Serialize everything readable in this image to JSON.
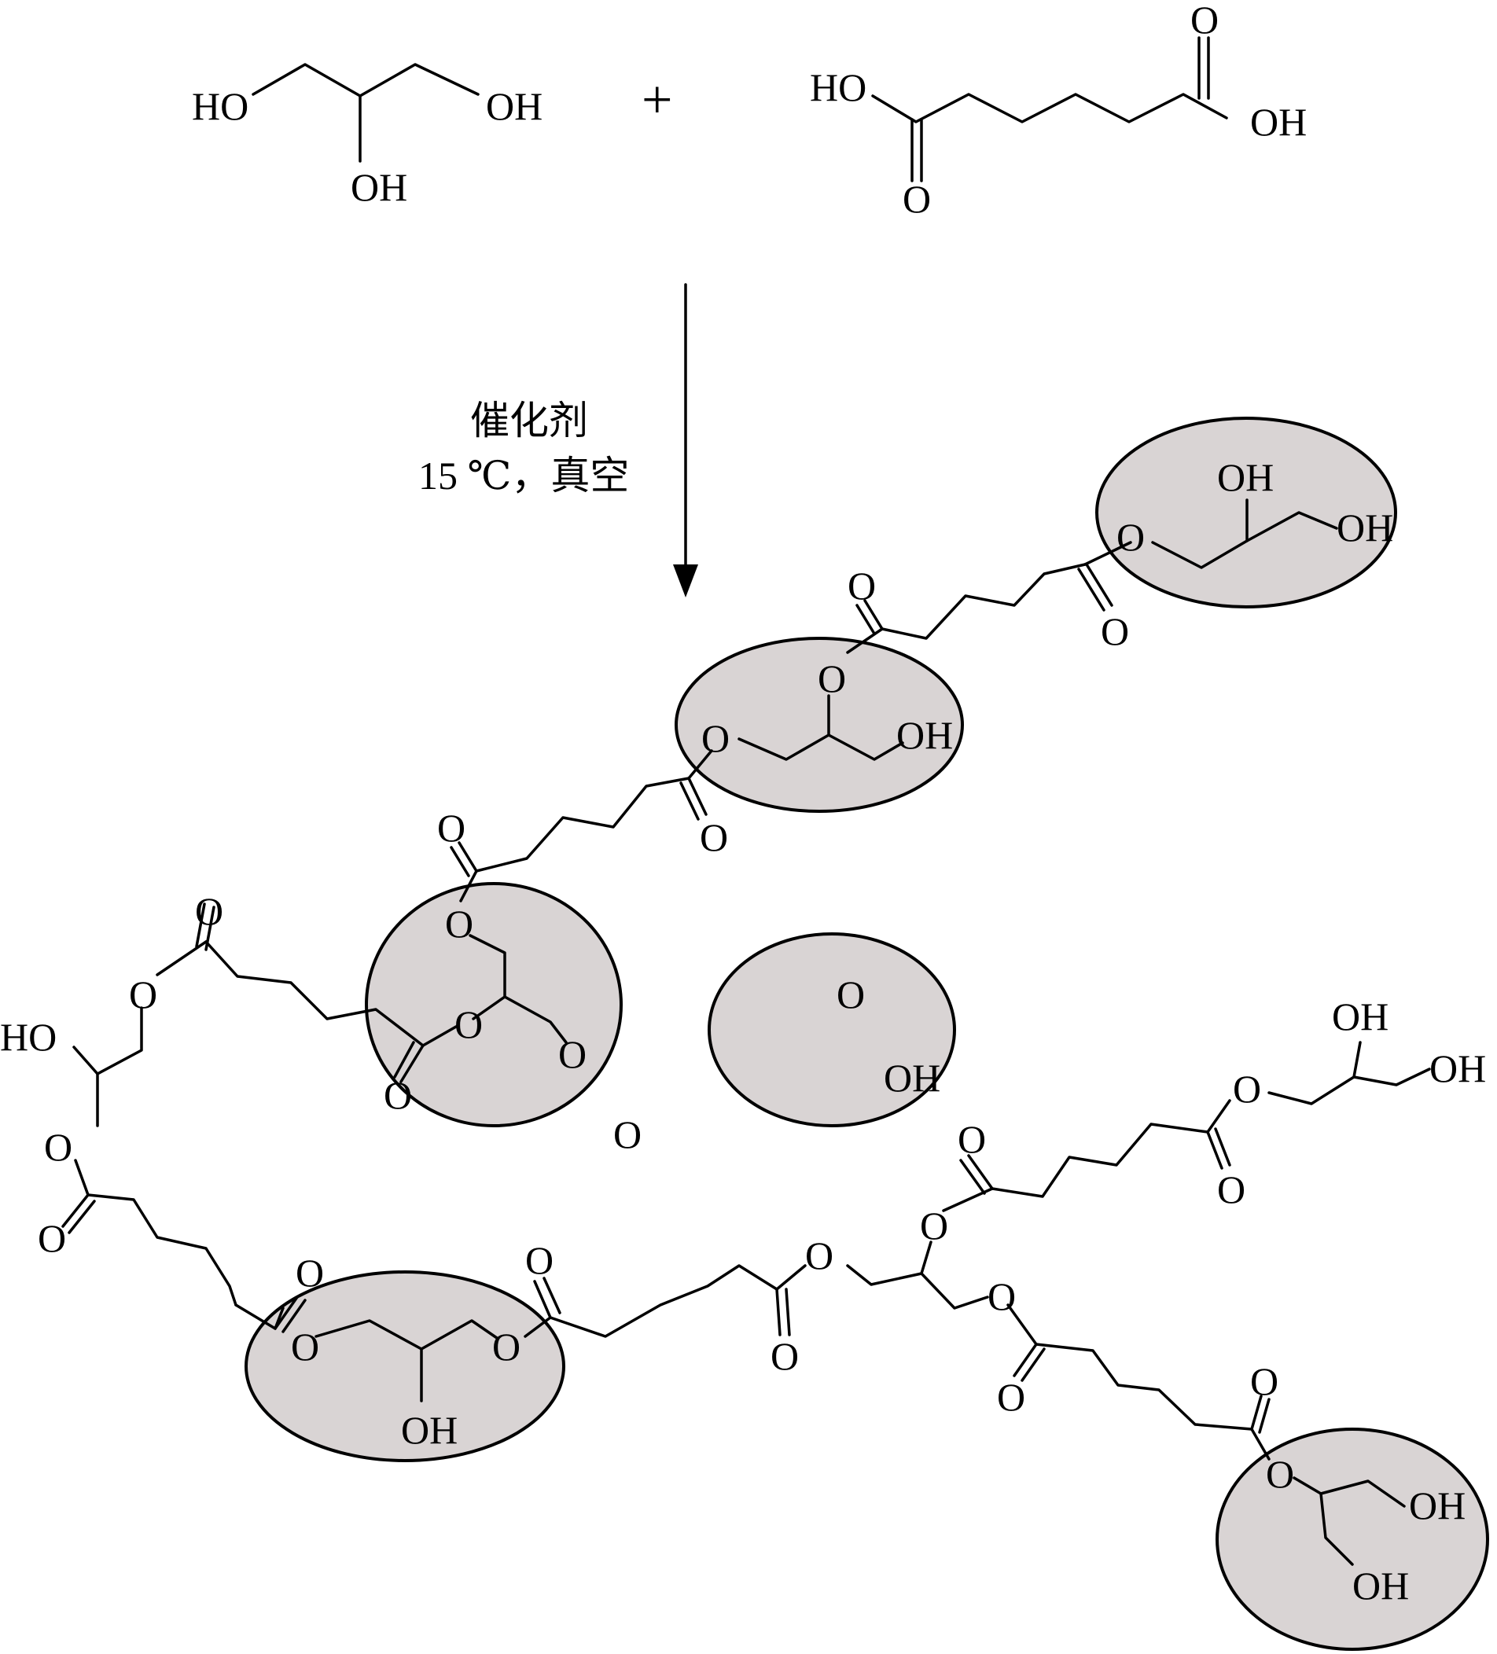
{
  "colors": {
    "ink": "#000000",
    "highlight_fill": "#d9d4d4",
    "background": "#ffffff"
  },
  "reactants": {
    "glycerol": {
      "oh_left": "HO",
      "oh_right": "OH",
      "oh_bottom": "OH"
    },
    "plus": "+",
    "adipic_acid": {
      "ho_left": "HO",
      "oh_right": "OH",
      "o_top": "O",
      "o_bottom": "O"
    }
  },
  "conditions": {
    "line1": "催化剂",
    "line2": "15 ℃，真空"
  },
  "product_labels": {
    "o": "O",
    "oh": "OH",
    "ho": "HO"
  }
}
